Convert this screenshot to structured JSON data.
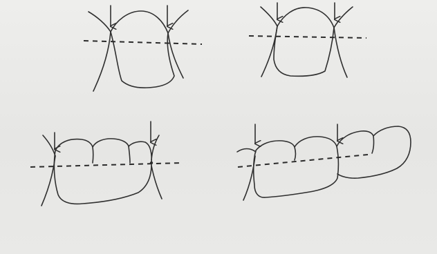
{
  "diagram": {
    "panels": [
      {
        "id": "upper-left"
      },
      {
        "id": "upper-right"
      },
      {
        "id": "lower-left"
      },
      {
        "id": "lower-right"
      }
    ],
    "colors": {
      "background": "#e9e9e7",
      "ink": "#2f2f2f"
    }
  }
}
